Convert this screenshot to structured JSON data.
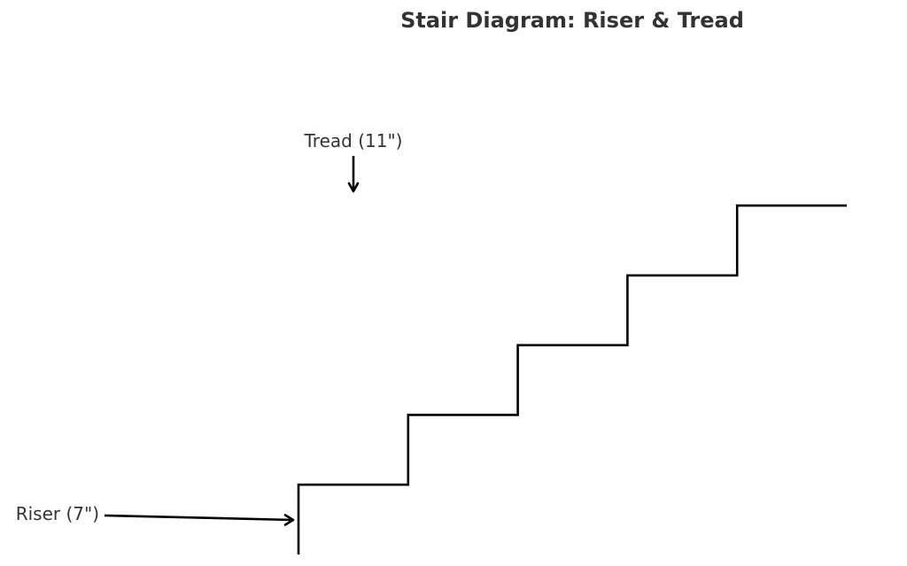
{
  "title": "Stair Diagram: Riser & Tread",
  "labels": {
    "tread": "Tread (11\")",
    "riser": "Riser (7\")"
  },
  "stair": {
    "steps": 5,
    "riser_in": 7,
    "tread_in": 11
  },
  "colors": {
    "text": "#333333",
    "line": "#000000",
    "background": "#ffffff"
  }
}
